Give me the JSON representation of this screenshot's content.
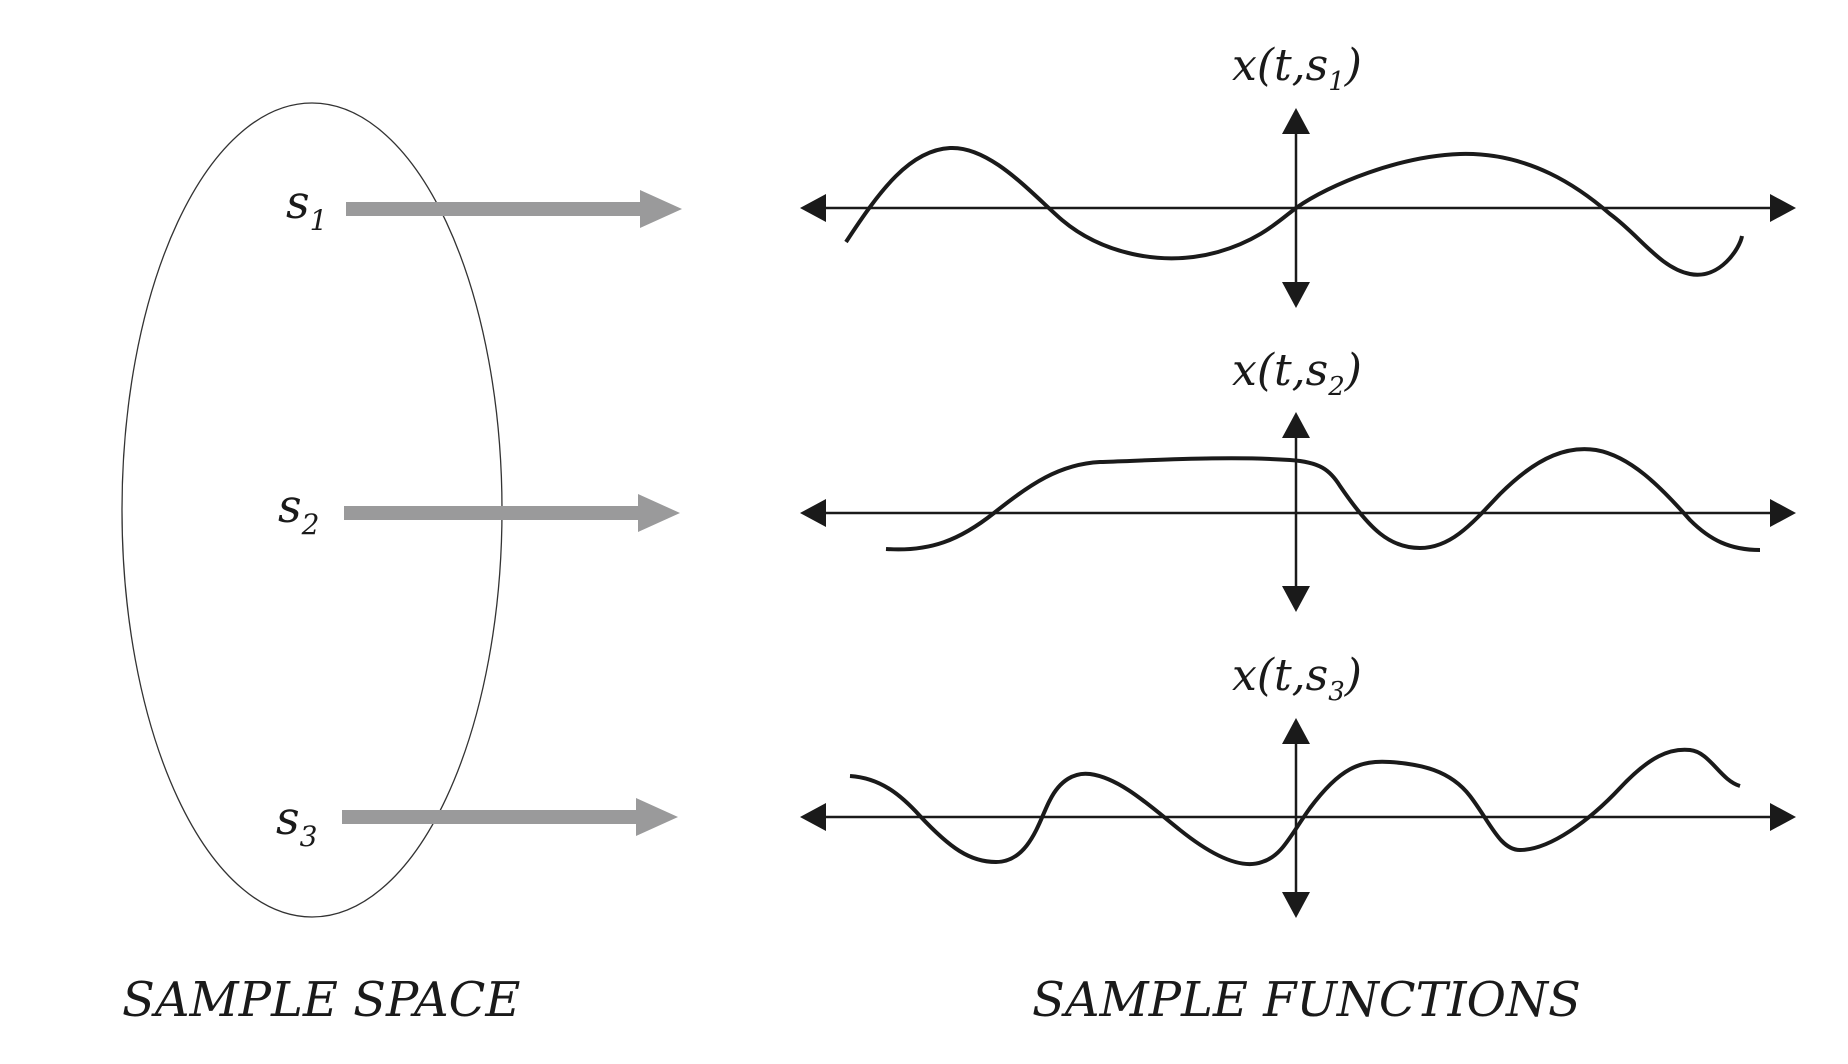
{
  "sample_space": {
    "caption": "SAMPLE SPACE",
    "points": [
      {
        "symbol": "s",
        "subscript": "1"
      },
      {
        "symbol": "s",
        "subscript": "2"
      },
      {
        "symbol": "s",
        "subscript": "3"
      }
    ]
  },
  "sample_functions": {
    "caption": "SAMPLE FUNCTIONS",
    "plots": [
      {
        "label_prefix": "x(t,s",
        "subscript": "1",
        "label_suffix": ")"
      },
      {
        "label_prefix": "x(t,s",
        "subscript": "2",
        "label_suffix": ")"
      },
      {
        "label_prefix": "x(t,s",
        "subscript": "3",
        "label_suffix": ")"
      }
    ]
  },
  "colors": {
    "ink": "#1a1a1a",
    "mapping_arrow": "#9a9a9b",
    "ellipse": "#333333"
  }
}
